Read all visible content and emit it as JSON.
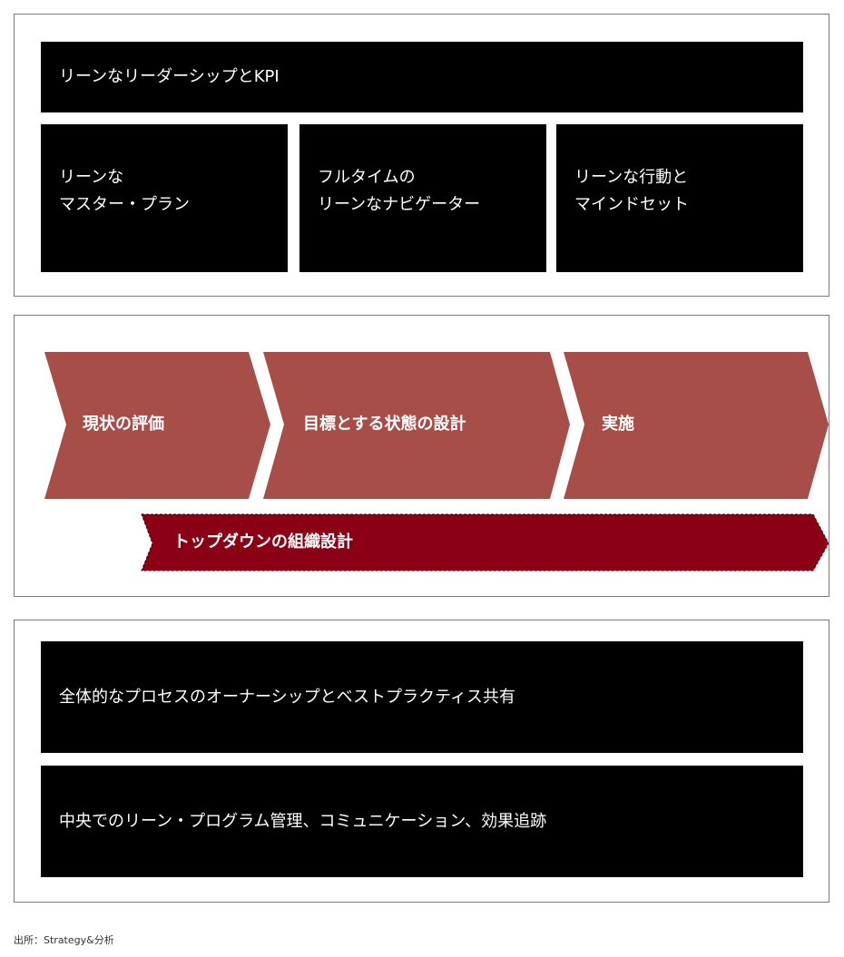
{
  "colors": {
    "box_fill": "#000000",
    "box_text": "#ffffff",
    "chevron_fill": "#a84e48",
    "topdown_fill": "#8c0016",
    "panel_border": "#7a7a7a"
  },
  "top_panel": {
    "header": "リーンなリーダーシップとKPI",
    "pillars": [
      {
        "line1": "リーンな",
        "line2": "マスター・プラン"
      },
      {
        "line1": "フルタイムの",
        "line2": "リーンなナビゲーター"
      },
      {
        "line1": "リーンな行動と",
        "line2": "マインドセット"
      }
    ]
  },
  "middle_panel": {
    "steps": [
      "現状の評価",
      "目標とする状態の設計",
      "実施"
    ],
    "topdown_label": "トップダウンの組織設計"
  },
  "bottom_panel": {
    "rows": [
      "全体的なプロセスのオーナーシップとベストプラクティス共有",
      "中央でのリーン・プログラム管理、コミュニケーション、効果追跡"
    ]
  },
  "source": "出所：Strategy&分析"
}
